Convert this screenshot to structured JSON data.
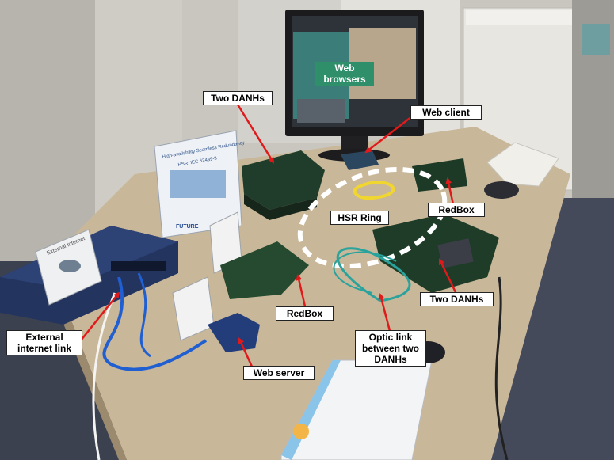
{
  "labels": {
    "web_browsers": "Web browsers",
    "two_danhs_top": "Two DANHs",
    "web_client": "Web client",
    "redbox_right": "RedBox",
    "hsr_ring": "HSR Ring",
    "two_danhs_right": "Two DANHs",
    "redbox_center": "RedBox",
    "external_internet_link": "External internet link",
    "web_server": "Web server",
    "optic_link": "Optic link between two DANHs"
  },
  "poster_text": {
    "title": "High-availability Seamless Redundancy",
    "subtitle": "HSR: IEC 62439-3",
    "logo": "FUTURE"
  },
  "sign_text": {
    "external_internet": "External Internet"
  },
  "colors": {
    "arrow": "#e0191b",
    "hsr_ring": "#ffffff",
    "fiber": "#2aa39c",
    "ethernet_blue": "#1f5fd1",
    "ethernet_yellow": "#f2d630"
  }
}
